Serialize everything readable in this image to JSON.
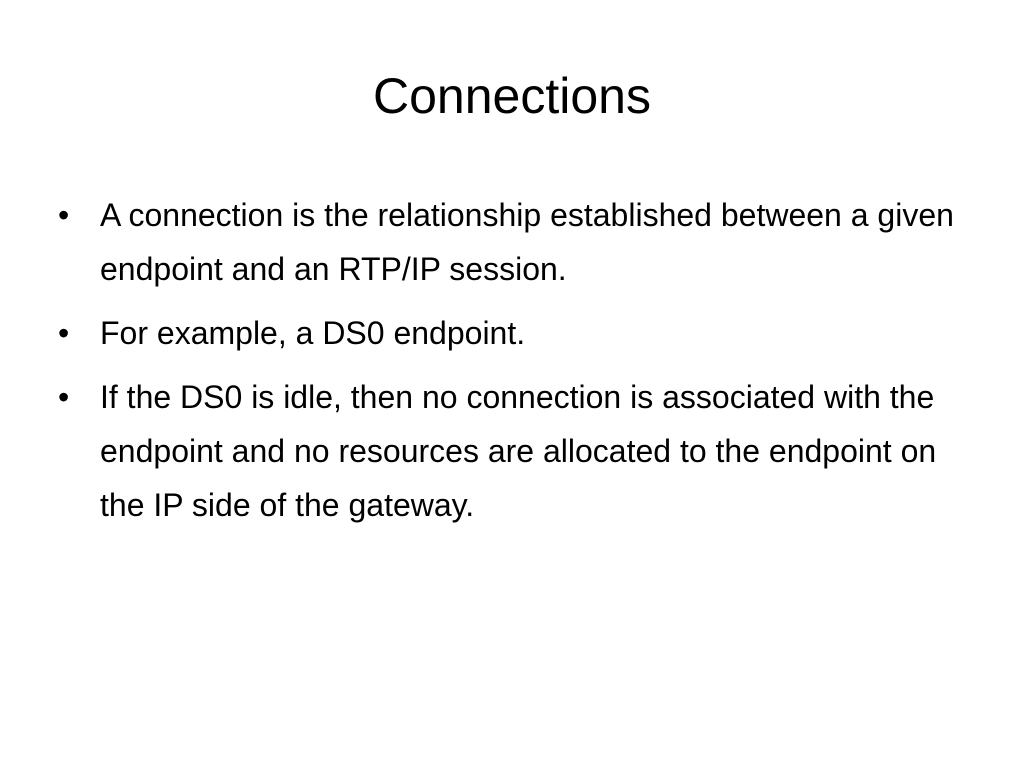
{
  "slide": {
    "title": "Connections",
    "bullet_glyph": "•",
    "bullets": [
      {
        "text": "A connection is the relationship established between a given endpoint and an RTP/IP session."
      },
      {
        "text": "For example, a DS0 endpoint."
      },
      {
        "text": "If the DS0 is idle, then no connection is associated with the endpoint and no resources are allocated to the endpoint on the IP side of the gateway."
      }
    ]
  }
}
